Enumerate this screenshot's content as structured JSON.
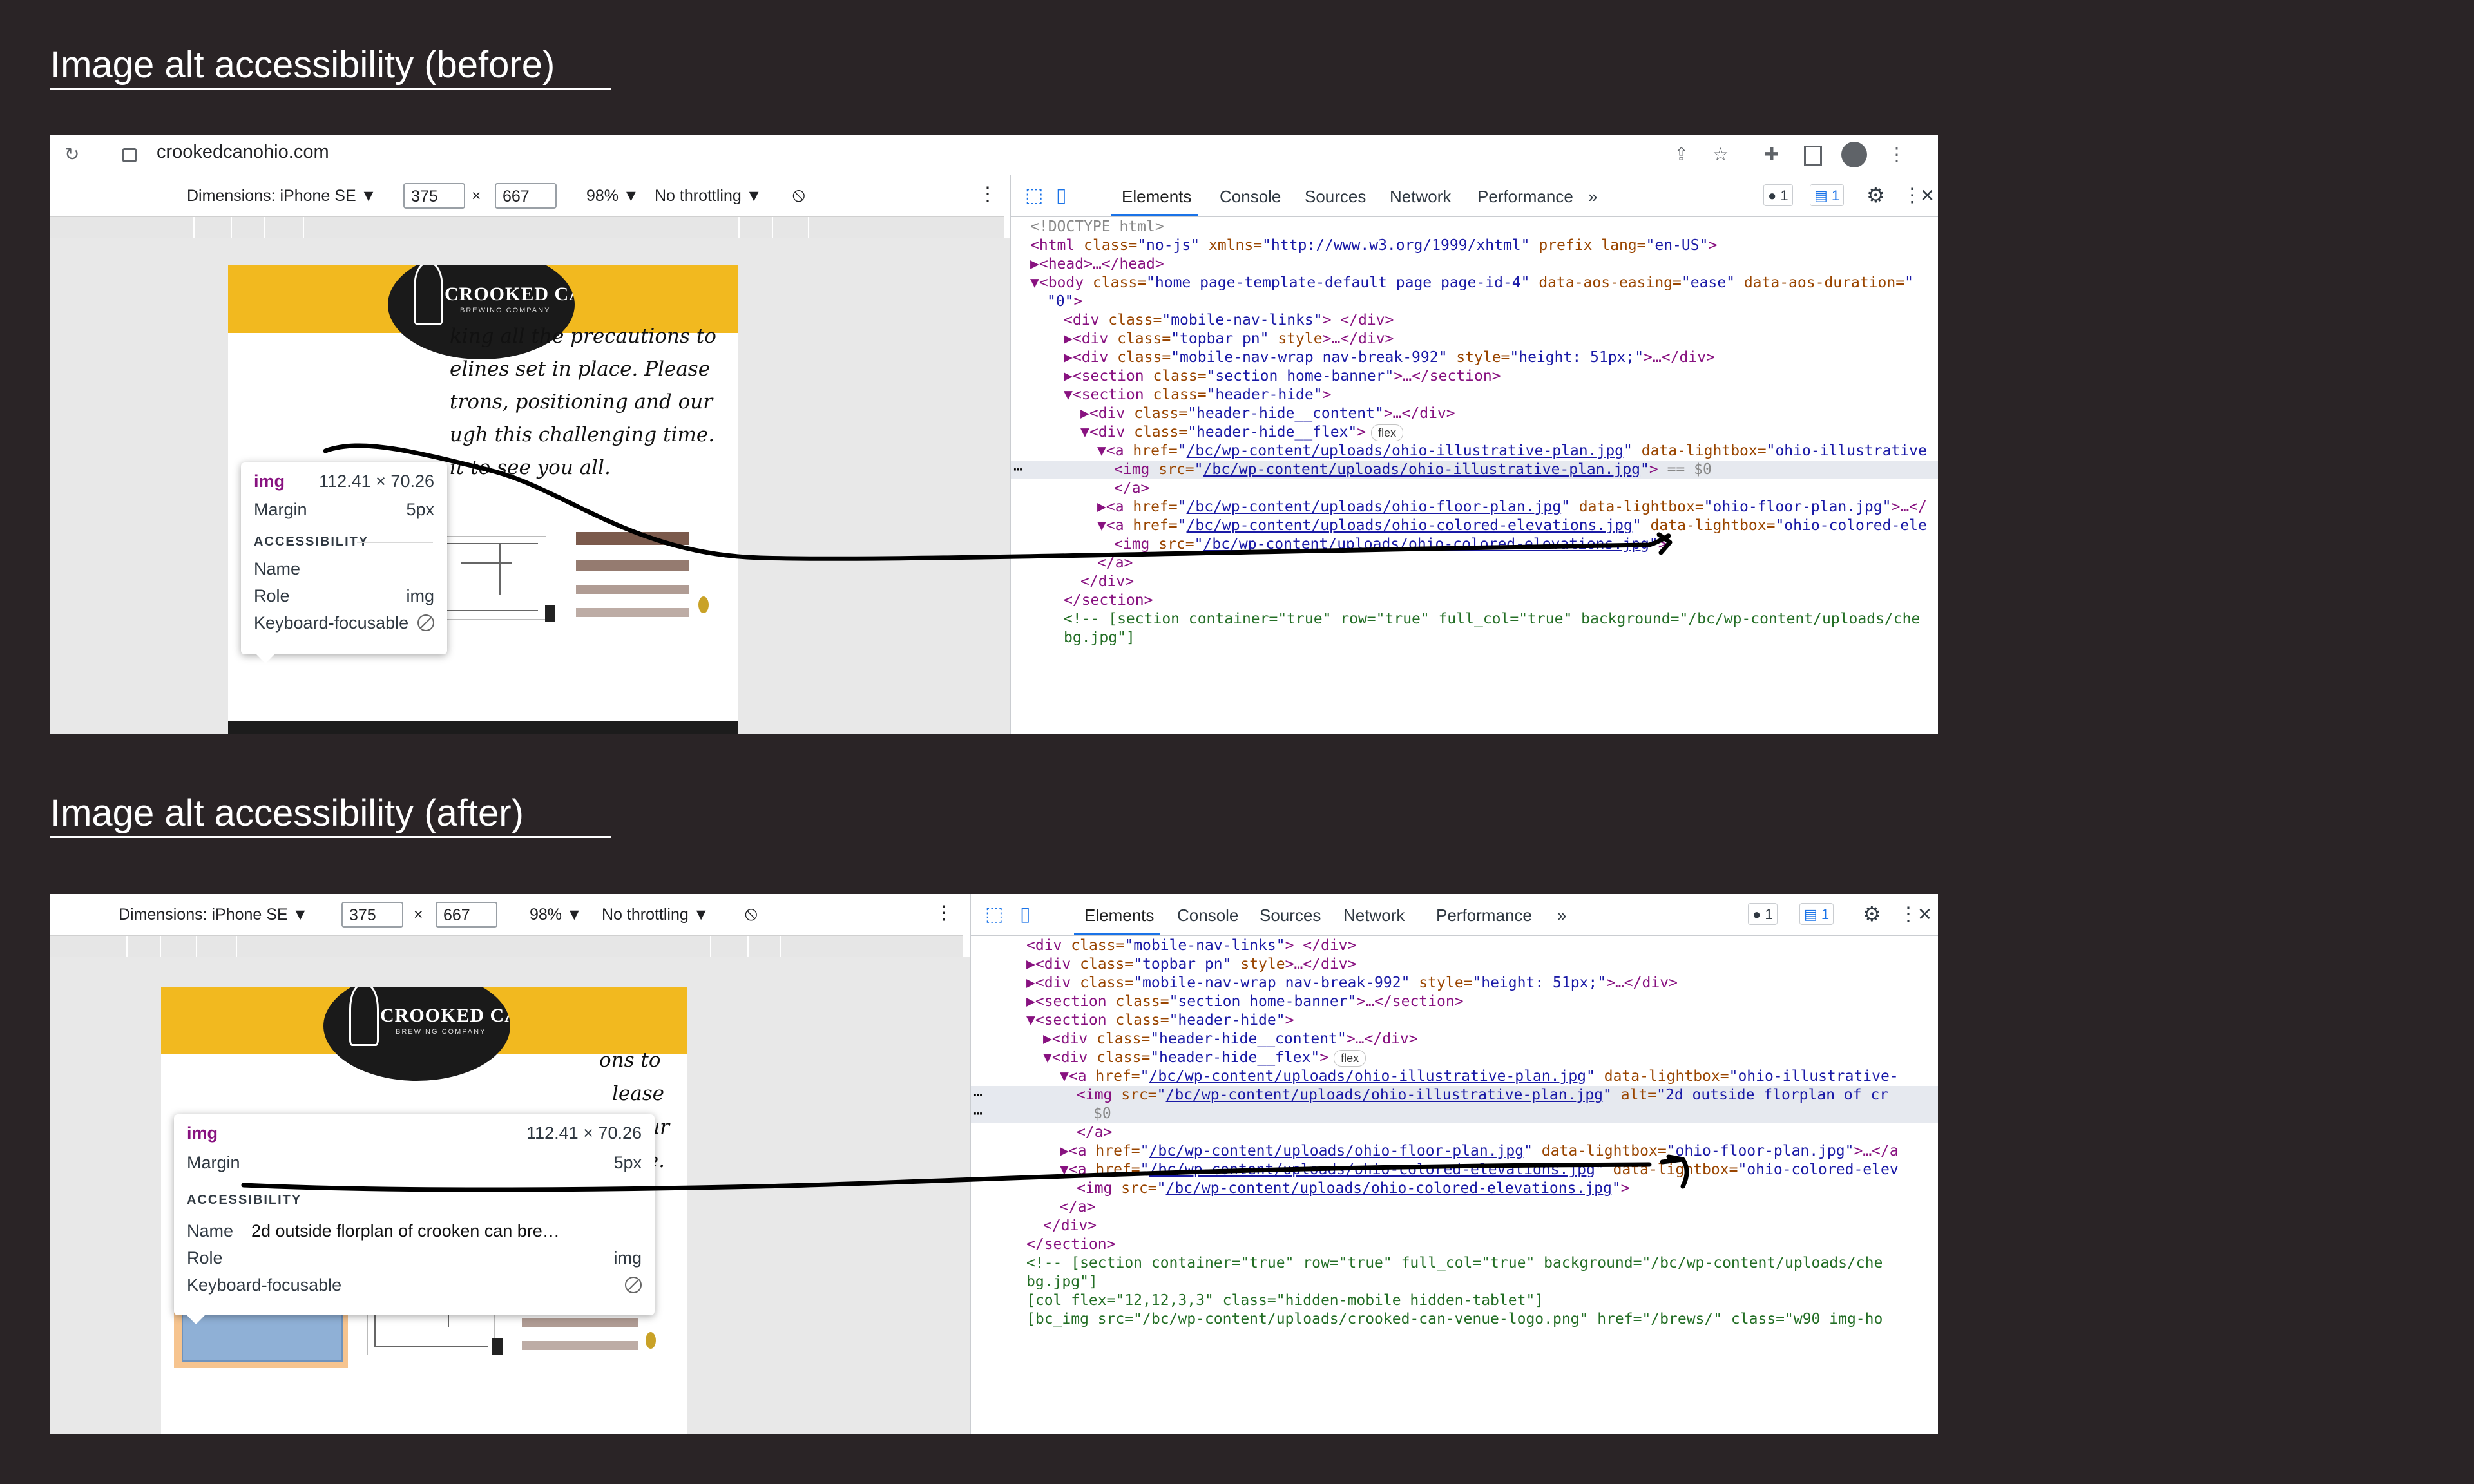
{
  "titles": {
    "before": "Image alt accessibility (before)",
    "after": "Image alt accessibility (after)"
  },
  "browser": {
    "url": "crookedcanohio.com",
    "icons": [
      "reload-icon",
      "lock-icon",
      "share-icon",
      "star-icon",
      "extensions-icon",
      "sidepanel-icon",
      "profile-icon",
      "menu-icon"
    ]
  },
  "device_toolbar": {
    "dimensions_label": "Dimensions: iPhone SE",
    "width": "375",
    "times": "×",
    "height": "667",
    "zoom": "98%",
    "throttle": "No throttling",
    "dropdown_glyph": "▼"
  },
  "page": {
    "logo_text": "CROOKED CAN",
    "logo_sub": "BREWING COMPANY",
    "before_lines": [
      "king all the precautions to",
      "elines set in place. Please",
      "trons, positioning and our",
      "ugh this challenging time.",
      "it to see you all."
    ],
    "after_lines": [
      "ons to",
      "lease",
      "nd our",
      "time."
    ]
  },
  "tooltip_before": {
    "tag": "img",
    "size": "112.41 × 70.26",
    "margin_label": "Margin",
    "margin_value": "5px",
    "accessibility_label": "ACCESSIBILITY",
    "name_label": "Name",
    "name_value": "",
    "role_label": "Role",
    "role_value": "img",
    "focus_label": "Keyboard-focusable"
  },
  "tooltip_after": {
    "tag": "img",
    "size": "112.41 × 70.26",
    "margin_label": "Margin",
    "margin_value": "5px",
    "accessibility_label": "ACCESSIBILITY",
    "name_label": "Name",
    "name_value": "2d outside florplan of crooken can bre…",
    "role_label": "Role",
    "role_value": "img",
    "focus_label": "Keyboard-focusable"
  },
  "devtools": {
    "tabs": [
      "Elements",
      "Console",
      "Sources",
      "Network",
      "Performance"
    ],
    "more": "»",
    "errors": "1",
    "messages": "1",
    "close": "×",
    "kebab": "⋮",
    "flex_badge": "flex"
  },
  "code_before": [
    {
      "d": "<!DOCTYPE html>",
      "t": "gr",
      "i": 0
    },
    {
      "a": "<html ",
      "b": "class=",
      "c": "\"no-js\"",
      "e": " xmlns=",
      "f": "\"http://www.w3.org/1999/xhtml\"",
      "g": " prefix lang=",
      "h": "\"en-US\"",
      "z": ">",
      "i": 0
    },
    {
      "a": "▶<head>",
      "z": "…</head>",
      "i": 0
    },
    {
      "a": "▼<body ",
      "b": "class=",
      "c": "\"home page-template-default page page-id-4\"",
      "e": " data-aos-easing=",
      "f": "\"ease\"",
      "g": " data-aos-duration=",
      "h": "\"",
      "i": 0
    },
    {
      "c": "\"0\"",
      "z": ">",
      "i": 1
    },
    {
      "a": "<div ",
      "b": "class=",
      "c": "\"mobile-nav-links\"",
      "z": "> </div>",
      "i": 2
    },
    {
      "a": "▶<div ",
      "b": "class=",
      "c": "\"topbar pn\"",
      "e": " style",
      "z": ">…</div>",
      "i": 2
    },
    {
      "a": "▶<div ",
      "b": "class=",
      "c": "\"mobile-nav-wrap nav-break-992\"",
      "e": " style=",
      "f": "\"height: 51px;\"",
      "z": ">…</div>",
      "i": 2
    },
    {
      "a": "▶<section ",
      "b": "class=",
      "c": "\"section home-banner\"",
      "z": ">…</section>",
      "i": 2
    },
    {
      "a": "▼<section ",
      "b": "class=",
      "c": "\"header-hide\"",
      "z": ">",
      "i": 2
    },
    {
      "a": "▶<div ",
      "b": "class=",
      "c": "\"header-hide__content\"",
      "z": ">…</div>",
      "i": 3
    },
    {
      "a": "▼<div ",
      "b": "class=",
      "c": "\"header-hide__flex\"",
      "z": ">",
      "flex": true,
      "i": 3
    },
    {
      "a": "▼<a ",
      "b": "href=",
      "l": "/bc/wp-content/uploads/ohio-illustrative-plan.jpg",
      "e": " data-lightbox=",
      "f": "\"ohio-illustrative",
      "i": 4
    },
    {
      "a": "<img ",
      "b": "src=",
      "l": "/bc/wp-content/uploads/ohio-illustrative-plan.jpg",
      "z": ">",
      "s": " == $0",
      "i": 5,
      "hl": true
    },
    {
      "a": "</a>",
      "i": 5
    },
    {
      "a": "▶<a ",
      "b": "href=",
      "l": "/bc/wp-content/uploads/ohio-floor-plan.jpg",
      "e": " data-lightbox=",
      "f": "\"ohio-floor-plan.jpg\"",
      "z": ">…</",
      "i": 4
    },
    {
      "a": "▼<a ",
      "b": "href=",
      "l": "/bc/wp-content/uploads/ohio-colored-elevations.jpg",
      "e": " data-lightbox=",
      "f": "\"ohio-colored-ele",
      "i": 4
    },
    {
      "a": "<img ",
      "b": "src=",
      "l": "/bc/wp-content/uploads/ohio-colored-elevations.jpg",
      "z": ">",
      "i": 5
    },
    {
      "a": "</a>",
      "i": 4
    },
    {
      "a": "</div>",
      "i": 3
    },
    {
      "a": "</section>",
      "i": 2
    },
    {
      "m": "<!-- [section container=\"true\" row=\"true\" full_col=\"true\" background=\"/bc/wp-content/uploads/che",
      "i": 2
    },
    {
      "m": "bg.jpg\"]",
      "i": 2
    }
  ],
  "code_after": [
    {
      "a": "<div ",
      "b": "class=",
      "c": "\"mobile-nav-links\"",
      "z": "> </div>",
      "i": 1
    },
    {
      "a": "▶<div ",
      "b": "class=",
      "c": "\"topbar pn\"",
      "e": " style",
      "z": ">…</div>",
      "i": 1
    },
    {
      "a": "▶<div ",
      "b": "class=",
      "c": "\"mobile-nav-wrap nav-break-992\"",
      "e": " style=",
      "f": "\"height: 51px;\"",
      "z": ">…</div>",
      "i": 1
    },
    {
      "a": "▶<section ",
      "b": "class=",
      "c": "\"section home-banner\"",
      "z": ">…</section>",
      "i": 1
    },
    {
      "a": "▼<section ",
      "b": "class=",
      "c": "\"header-hide\"",
      "z": ">",
      "i": 1
    },
    {
      "a": "▶<div ",
      "b": "class=",
      "c": "\"header-hide__content\"",
      "z": ">…</div>",
      "i": 2
    },
    {
      "a": "▼<div ",
      "b": "class=",
      "c": "\"header-hide__flex\"",
      "z": ">",
      "flex": true,
      "i": 2
    },
    {
      "a": "▼<a ",
      "b": "href=",
      "l": "/bc/wp-content/uploads/ohio-illustrative-plan.jpg",
      "e": " data-lightbox=",
      "f": "\"ohio-illustrative-",
      "i": 3
    },
    {
      "a": "<img ",
      "b": "src=",
      "l": "/bc/wp-content/uploads/ohio-illustrative-plan.jpg",
      "e": " alt=",
      "f": "\"2d outside florplan of cr",
      "i": 4,
      "hl": true
    },
    {
      "s": "$0",
      "i": 5,
      "hl": true
    },
    {
      "a": "</a>",
      "i": 4
    },
    {
      "a": "▶<a ",
      "b": "href=",
      "l": "/bc/wp-content/uploads/ohio-floor-plan.jpg",
      "e": " data-lightbox=",
      "f": "\"ohio-floor-plan.jpg\"",
      "z": ">…</a",
      "i": 3
    },
    {
      "a": "▼<a ",
      "b": "href=",
      "l": "/bc/wp-content/uploads/ohio-colored-elevations.jpg",
      "e": " data-lightbox=",
      "f": "\"ohio-colored-elev",
      "i": 3
    },
    {
      "a": "<img ",
      "b": "src=",
      "l": "/bc/wp-content/uploads/ohio-colored-elevations.jpg",
      "z": ">",
      "i": 4
    },
    {
      "a": "</a>",
      "i": 3
    },
    {
      "a": "</div>",
      "i": 2
    },
    {
      "a": "</section>",
      "i": 1
    },
    {
      "m": "<!-- [section container=\"true\" row=\"true\" full_col=\"true\" background=\"/bc/wp-content/uploads/che",
      "i": 1
    },
    {
      "m": "bg.jpg\"]",
      "i": 1
    },
    {
      "m": "[col flex=\"12,12,3,3\" class=\"hidden-mobile hidden-tablet\"]",
      "i": 1
    },
    {
      "m": "[bc_img src=\"/bc/wp-content/uploads/crooked-can-venue-logo.png\" href=\"/brews/\" class=\"w90 img-ho",
      "i": 1
    }
  ]
}
